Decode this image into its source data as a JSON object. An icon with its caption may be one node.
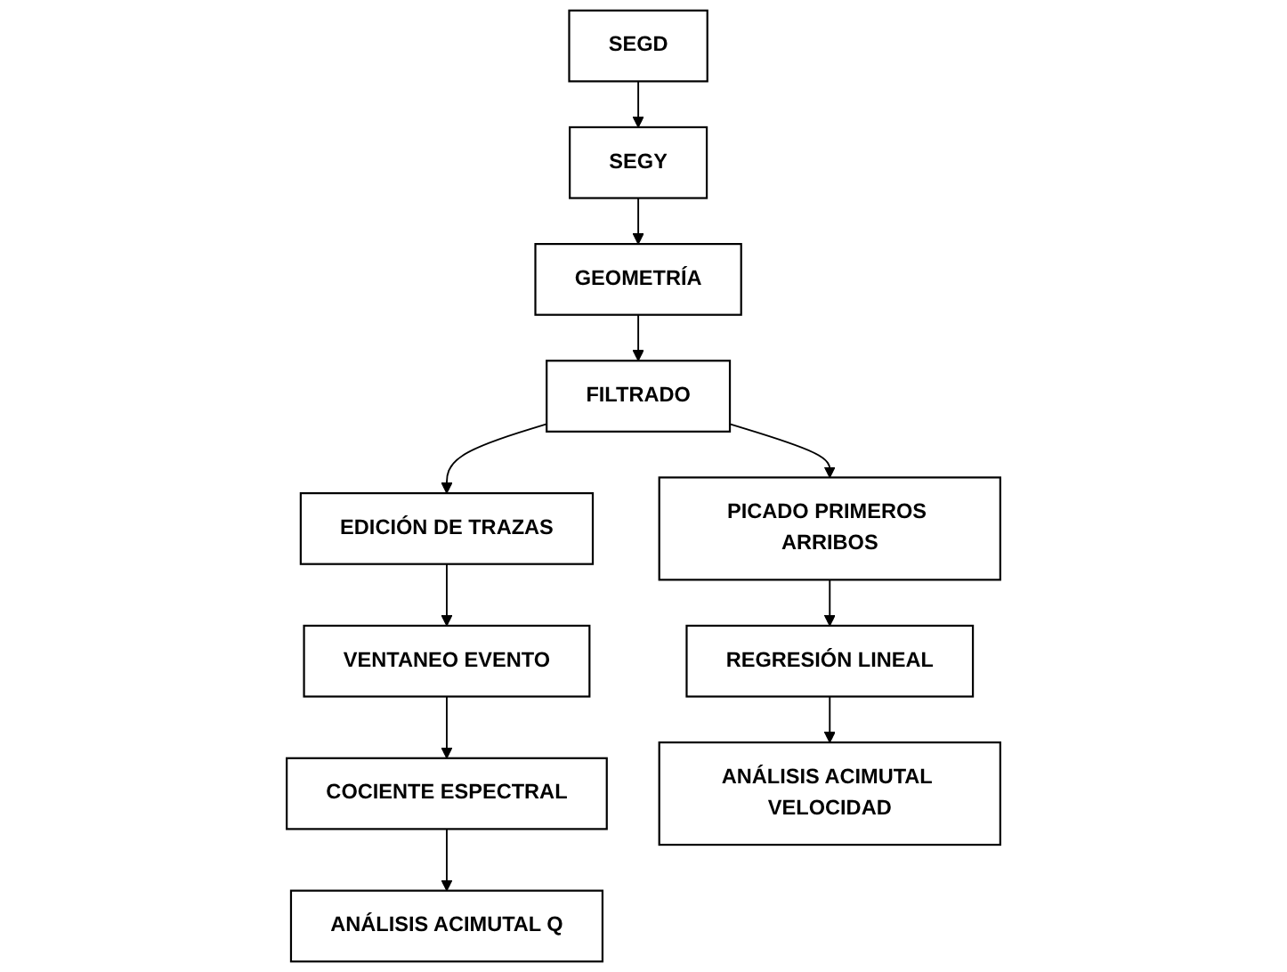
{
  "diagram": {
    "nodes": [
      {
        "text": [
          "SEGD"
        ]
      },
      {
        "text": [
          "SEGY"
        ]
      },
      {
        "text": [
          "GEOMETRÍA"
        ]
      },
      {
        "text": [
          "EDICIÓN DE TRAZAS"
        ]
      },
      {
        "text": [
          "FILTRADO"
        ]
      },
      {
        "text": [
          "PICADO PRIMEROS ARRIBOS"
        ]
      },
      {
        "text": [
          "VENTANEO EVENTO"
        ]
      },
      {
        "text": [
          "REGRESIÓN LINEAL"
        ]
      },
      {
        "text": [
          "COCIENTE ESPECTRAL"
        ]
      },
      {
        "text": [
          "ANÁLISIS ACIMUTAL Q"
        ]
      },
      {
        "text": [
          "ANÁLISIS ACIMUTAL VELOCIDAD"
        ]
      }
    ],
    "edges": [
      {
        "from": 0,
        "to": 1,
        "arrow": "to"
      },
      {
        "from": 1,
        "to": 2,
        "arrow": "to"
      },
      {
        "from": 2,
        "to": 4,
        "arrow": "to"
      },
      {
        "from": 4,
        "to": 3,
        "arrow": "to"
      },
      {
        "from": 4,
        "to": 5,
        "arrow": "to"
      },
      {
        "from": 3,
        "to": 6,
        "arrow": "to"
      },
      {
        "from": 6,
        "to": 8,
        "arrow": "to"
      },
      {
        "from": 8,
        "to": 9,
        "arrow": "to"
      },
      {
        "from": 5,
        "to": 7,
        "arrow": "to"
      },
      {
        "from": 7,
        "to": 10,
        "arrow": "to"
      }
    ]
  }
}
